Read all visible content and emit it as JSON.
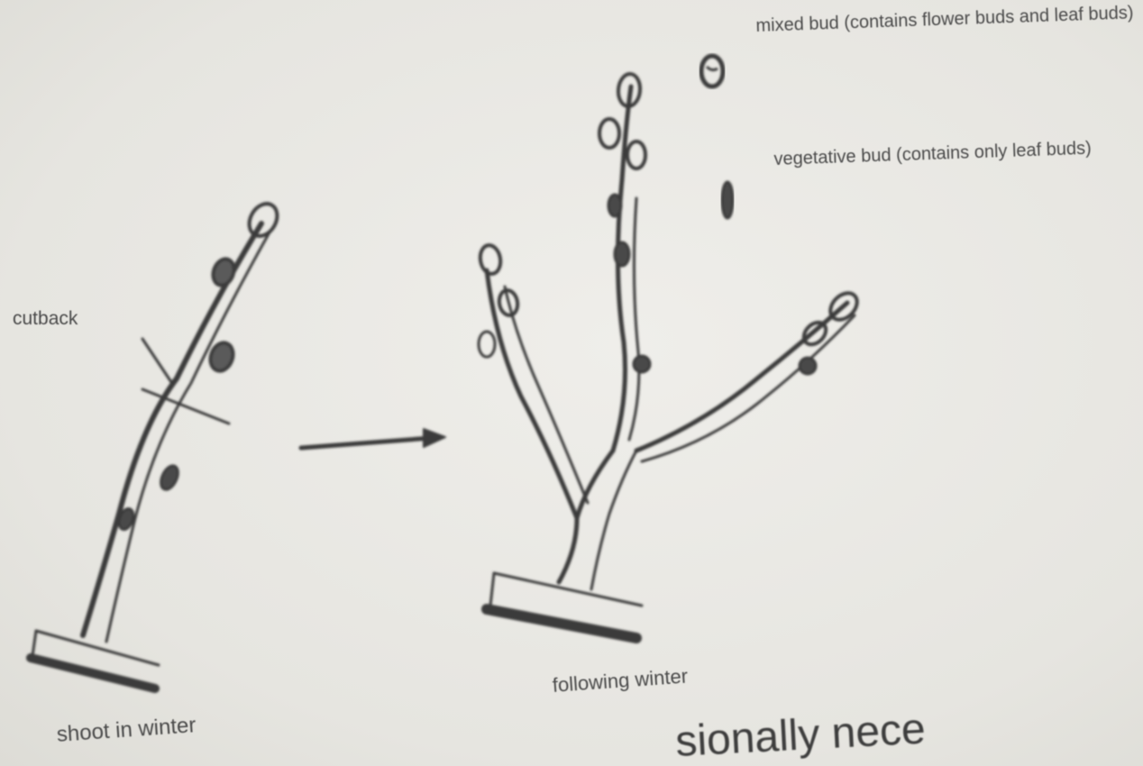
{
  "labels": {
    "cutback": "cutback",
    "shoot_in_winter": "shoot in winter",
    "following_winter": "following winter"
  },
  "legend": {
    "mixed_bud": "mixed bud (contains flower buds and leaf buds)",
    "vegetative_bud": "vegetative bud (contains only leaf buds)"
  },
  "legend_icons": [
    "mixed-bud-icon",
    "vegetative-bud-icon"
  ],
  "background_text": "sionally nece",
  "colors": {
    "ink": "#3a3a3a",
    "paper": "#e9e8e3"
  }
}
